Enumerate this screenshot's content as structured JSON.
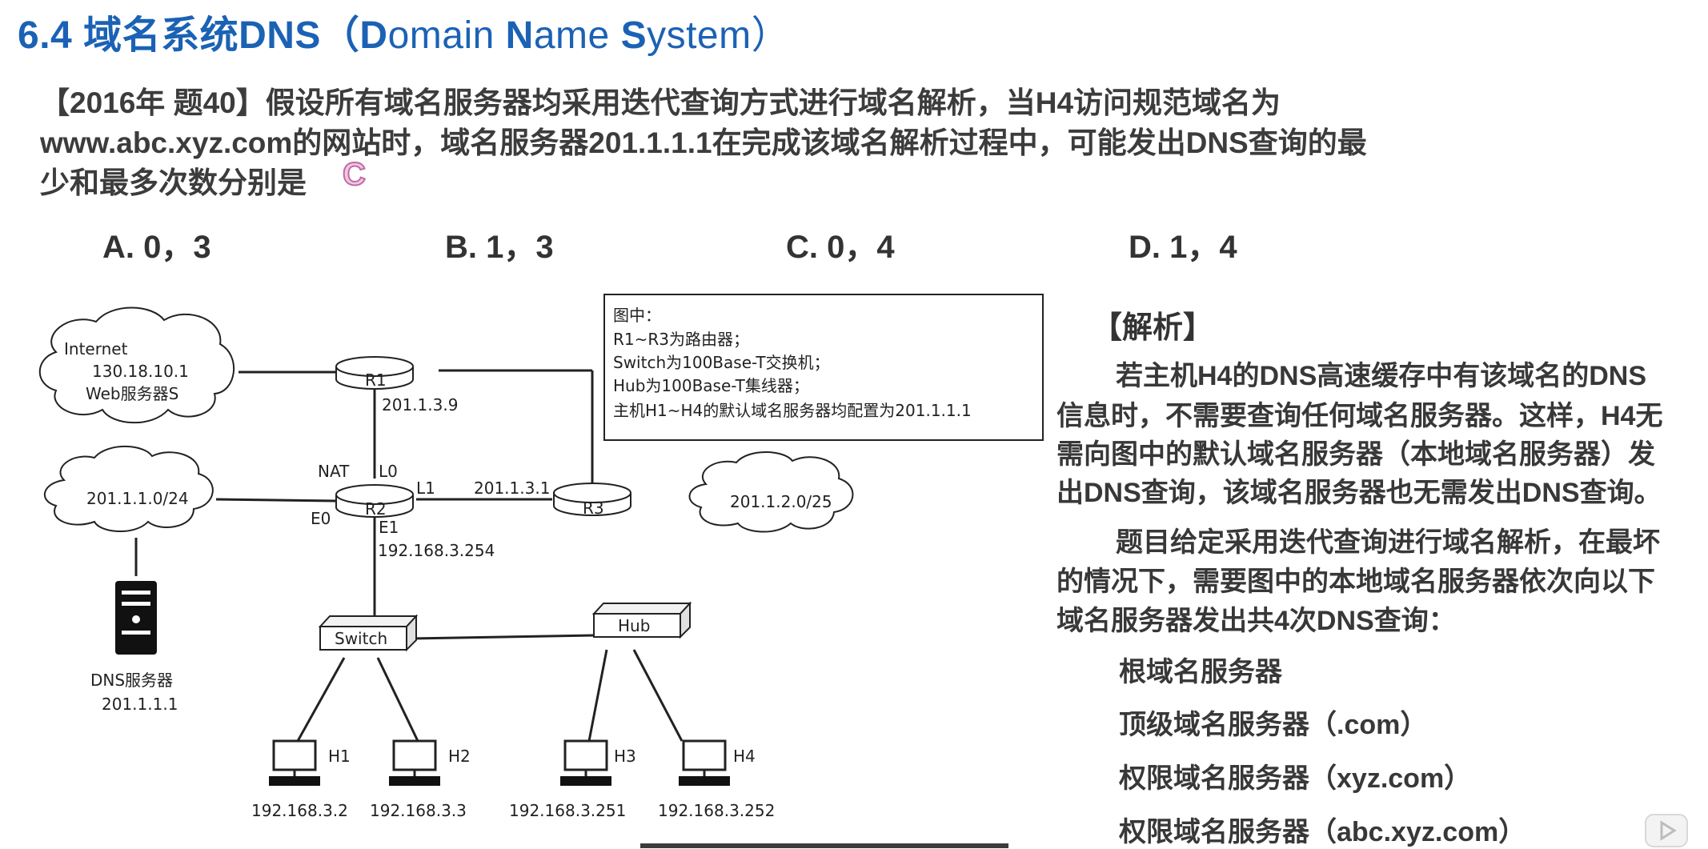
{
  "slide": {
    "title_prefix": "6.4 域名系统DNS（",
    "title_d": "D",
    "title_omain": "omain ",
    "title_n": "N",
    "title_ame": "ame ",
    "title_s": "S",
    "title_ystem": "ystem）"
  },
  "question": {
    "line1": "【2016年 题40】假设所有域名服务器均采用迭代查询方式进行域名解析，当H4访问规范域名为",
    "line2": "www.abc.xyz.com的网站时，域名服务器201.1.1.1在完成该域名解析过程中，可能发出DNS查询的最",
    "line3": "少和最多次数分别是",
    "answer": "C"
  },
  "options": {
    "a": "A. 0，3",
    "b": "B. 1，3",
    "c": "C. 0，4",
    "d": "D. 1，4"
  },
  "diagram": {
    "legend": {
      "line1": "图中：",
      "line2": "R1~R3为路由器；",
      "line3": "Switch为100Base-T交换机；",
      "line4": "Hub为100Base-T集线器；",
      "line5": "主机H1~H4的默认域名服务器均配置为201.1.1.1"
    },
    "internet": {
      "label": "Internet",
      "ip": "130.18.10.1",
      "server": "Web服务器S"
    },
    "cloud_left": "201.1.1.0/24",
    "cloud_right": "201.1.2.0/25",
    "r1": "R1",
    "r2": "R2",
    "r3": "R3",
    "r1_ip": "201.1.3.9",
    "nat": "NAT",
    "l0": "L0",
    "l1": "L1",
    "e0": "E0",
    "e1": "E1",
    "r3_ip": "201.1.3.1",
    "e1_ip": "192.168.3.254",
    "switch": "Switch",
    "hub": "Hub",
    "dns_label": "DNS服务器",
    "dns_ip": "201.1.1.1",
    "hosts": [
      {
        "name": "H1",
        "ip": "192.168.3.2"
      },
      {
        "name": "H2",
        "ip": "192.168.3.3"
      },
      {
        "name": "H3",
        "ip": "192.168.3.251"
      },
      {
        "name": "H4",
        "ip": "192.168.3.252"
      }
    ]
  },
  "analysis": {
    "title": "【解析】",
    "p1_line1": "若主机H4的DNS高速缓存中有该域名的DNS",
    "p1_line2": "信息时，不需要查询任何域名服务器。这样，H4无",
    "p1_line3": "需向图中的默认域名服务器（本地域名服务器）发",
    "p1_line4": "出DNS查询，该域名服务器也无需发出DNS查询。",
    "p2_line1": "题目给定采用迭代查询进行域名解析，在最坏",
    "p2_line2": "的情况下，需要图中的本地域名服务器依次向以下",
    "p2_line3": "域名服务器发出共4次DNS查询：",
    "servers": [
      "根域名服务器",
      "顶级域名服务器（.com）",
      "权限域名服务器（xyz.com）",
      "权限域名服务器（abc.xyz.com）"
    ]
  },
  "colors": {
    "title": "#1b62b5",
    "text": "#333333",
    "answer": "#c06aa8"
  },
  "icons": [
    "play-icon",
    "server-icon",
    "computer-icon",
    "router-icon",
    "cloud-icon"
  ]
}
